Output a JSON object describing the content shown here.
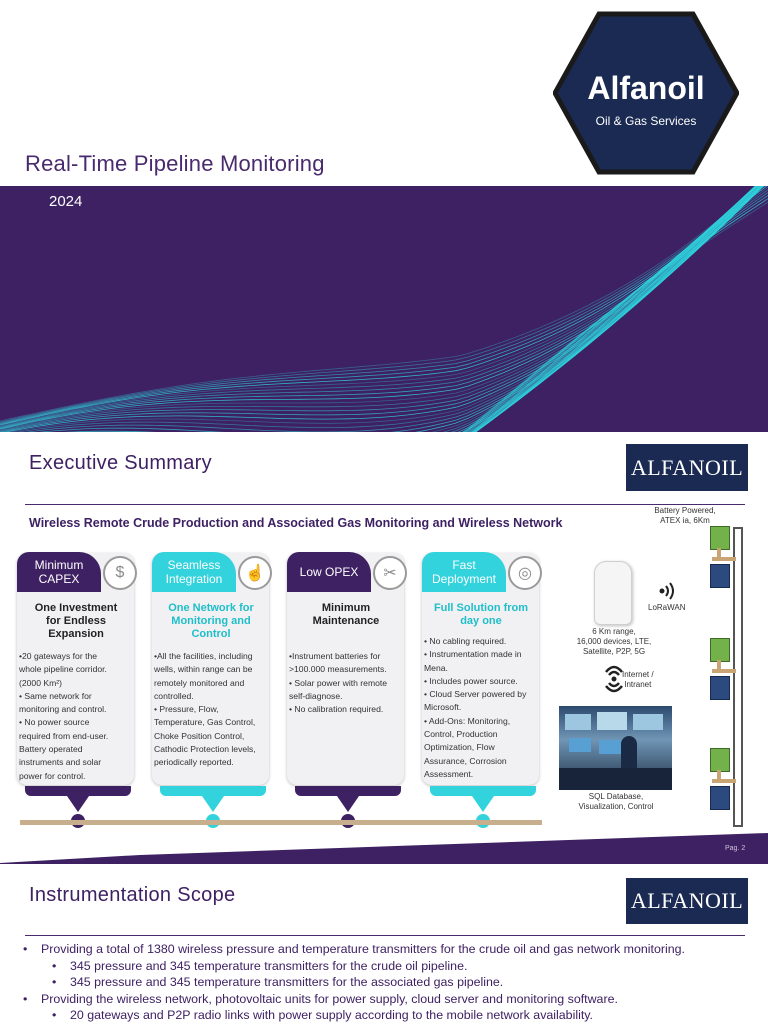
{
  "slide1": {
    "logo": {
      "name": "Alfanoil",
      "tagline": "Oil & Gas Services"
    },
    "title": "Real-Time Pipeline Monitoring",
    "year": "2024"
  },
  "slide2": {
    "title": "Executive Summary",
    "logo_text": "ALFANOIL",
    "subtitle": "Wireless Remote Crude Production and Associated Gas Monitoring and Wireless Network",
    "cards": [
      {
        "tab": [
          "Minimum",
          "CAPEX"
        ],
        "heading": [
          "One Investment",
          "for Endless",
          "Expansion"
        ],
        "bullets": [
          "•20 gateways for the",
          "whole pipeline corridor.",
          "(2000 Km²)",
          "• Same network for",
          "monitoring and control.",
          "• No power source",
          "required from end-user.",
          "Battery operated",
          "instruments and solar",
          "power for control."
        ]
      },
      {
        "tab": [
          "Seamless",
          "Integration"
        ],
        "heading": [
          "One Network for",
          "Monitoring and",
          "Control"
        ],
        "bullets": [
          "•All the facilities, including",
          "wells, within range can be",
          "remotely monitored and",
          "controlled.",
          "• Pressure, Flow,",
          "Temperature, Gas Control,",
          "Choke Position Control,",
          "Cathodic Protection levels,",
          "periodically reported."
        ]
      },
      {
        "tab": [
          "Low OPEX"
        ],
        "heading": [
          "Minimum",
          "Maintenance"
        ],
        "bullets": [
          "•Instrument batteries for",
          ">100.000 measurements.",
          "• Solar power with remote",
          "self-diagnose.",
          "• No calibration required."
        ]
      },
      {
        "tab": [
          "Fast",
          "Deployment"
        ],
        "heading": [
          "Full Solution from",
          "day one"
        ],
        "bullets": [
          "• No cabling required.",
          "• Instrumentation made in",
          "Mena.",
          "• Includes power source.",
          "• Cloud Server powered by",
          "Microsoft.",
          "• Add-Ons: Monitoring,",
          "Control, Production",
          "Optimization, Flow",
          "Assurance, Corrosion",
          "Assessment."
        ]
      }
    ],
    "diagram": {
      "battery_label": [
        "Battery Powered,",
        "ATEX ia, 6Km"
      ],
      "lorawan_label": "LoRaWAN",
      "gateway_label": [
        "6 Km range,",
        "16,000 devices, LTE,",
        "Satellite, P2P, 5G"
      ],
      "internet_label": [
        "Internet /",
        "Intranet"
      ],
      "sql_label": [
        "SQL Database,",
        "Visualization, Control"
      ]
    },
    "page": "Pag. 2",
    "colors": {
      "purple": "#3e2163",
      "teal": "#32d3dc",
      "navy": "#1a2a52"
    }
  },
  "slide3": {
    "title": "Instrumentation Scope",
    "logo_text": "ALFANOIL",
    "items": [
      {
        "level": 1,
        "text": "Providing a total of 1380 wireless pressure and temperature transmitters for the crude oil and gas network monitoring."
      },
      {
        "level": 2,
        "text": "345 pressure and 345 temperature transmitters for the crude oil pipeline."
      },
      {
        "level": 2,
        "text": "345 pressure and 345 temperature transmitters for the associated gas pipeline."
      },
      {
        "level": 1,
        "text": "Providing the wireless network, photovoltaic units for power supply, cloud server and monitoring software."
      },
      {
        "level": 2,
        "text": "20 gateways and P2P radio links with power supply according to the mobile network availability."
      }
    ]
  }
}
